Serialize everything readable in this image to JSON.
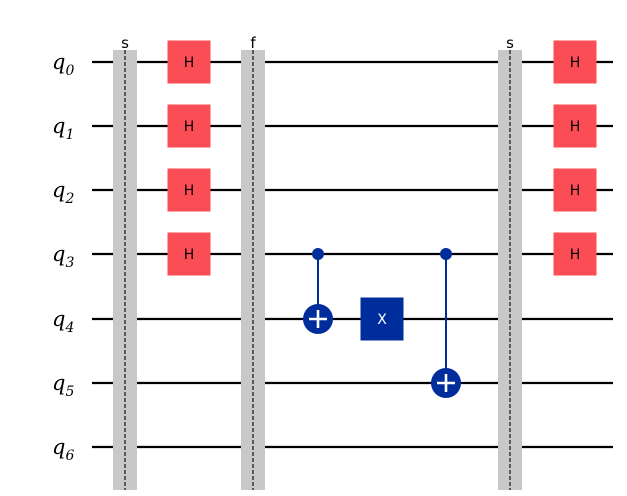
{
  "colors": {
    "wire": "#000000",
    "barrier_fill": "#c8c8c8",
    "barrier_line": "#000000",
    "h_gate": "#fa4d56",
    "x_gate": "#002d9c",
    "control": "#002d9c",
    "label_text": "#000000",
    "x_text": "#ffffff"
  },
  "qubits": [
    {
      "name": "q",
      "index": "0"
    },
    {
      "name": "q",
      "index": "1"
    },
    {
      "name": "q",
      "index": "2"
    },
    {
      "name": "q",
      "index": "3"
    },
    {
      "name": "q",
      "index": "4"
    },
    {
      "name": "q",
      "index": "5"
    },
    {
      "name": "q",
      "index": "6"
    }
  ],
  "barriers": [
    {
      "label": "s",
      "column": 0
    },
    {
      "label": "f",
      "column": 2
    },
    {
      "label": "s",
      "column": 6
    }
  ],
  "gates": [
    {
      "type": "H",
      "label": "H",
      "column": 1,
      "qubit": 0
    },
    {
      "type": "H",
      "label": "H",
      "column": 1,
      "qubit": 1
    },
    {
      "type": "H",
      "label": "H",
      "column": 1,
      "qubit": 2
    },
    {
      "type": "H",
      "label": "H",
      "column": 1,
      "qubit": 3
    },
    {
      "type": "X",
      "label": "X",
      "column": 4,
      "qubit": 4
    },
    {
      "type": "H",
      "label": "H",
      "column": 7,
      "qubit": 0
    },
    {
      "type": "H",
      "label": "H",
      "column": 7,
      "qubit": 1
    },
    {
      "type": "H",
      "label": "H",
      "column": 7,
      "qubit": 2
    },
    {
      "type": "H",
      "label": "H",
      "column": 7,
      "qubit": 3
    }
  ],
  "controlled_gates": [
    {
      "type": "CX",
      "column": 3,
      "control": 3,
      "target": 4
    },
    {
      "type": "CX",
      "column": 5,
      "control": 3,
      "target": 5
    }
  ]
}
